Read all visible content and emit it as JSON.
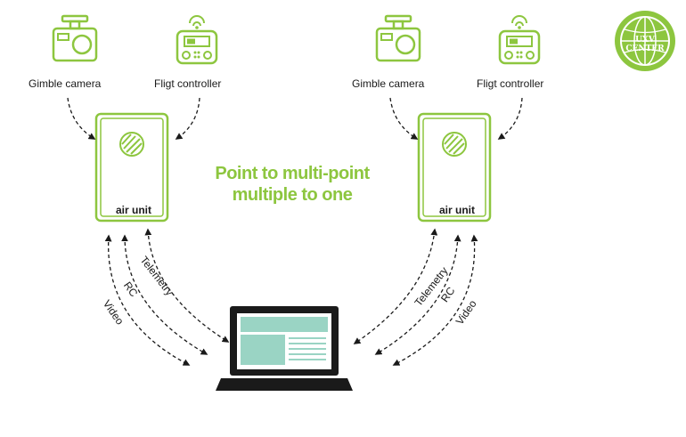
{
  "colors": {
    "accent": "#8dc63f",
    "ink": "#1a1a1a",
    "screen": "#9ad4c4"
  },
  "title": {
    "line1": "Point to multi-point",
    "line2": "multiple to one"
  },
  "left_group": {
    "camera_label": "Gimble camera",
    "controller_label": "Fligt controller",
    "air_unit_label": "air unit",
    "links": [
      "Telemetry",
      "RC",
      "Video"
    ]
  },
  "right_group": {
    "camera_label": "Gimble camera",
    "controller_label": "Fligt controller",
    "air_unit_label": "air unit",
    "links": [
      "Telemetry",
      "RC",
      "Video"
    ]
  },
  "logo": {
    "text": "UXV CENTER",
    "icon": "globe-logo-icon"
  },
  "icons": {
    "camera": "gimbal-camera-icon",
    "controller": "flight-controller-icon",
    "laptop": "laptop-icon",
    "vent": "vent-grille-icon"
  }
}
